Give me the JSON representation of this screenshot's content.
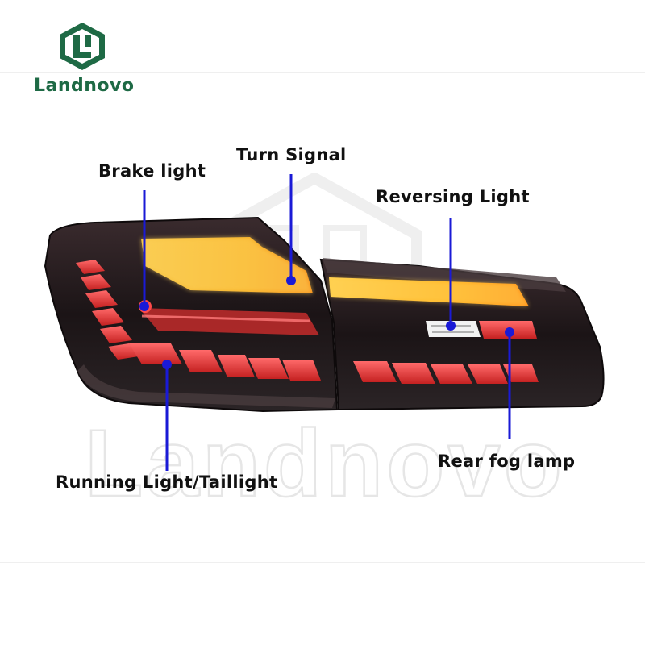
{
  "brand": {
    "name": "Landnovo",
    "color": "#1e6a45"
  },
  "watermark": {
    "text": "Landnovo"
  },
  "callouts": [
    {
      "label": "Brake light"
    },
    {
      "label": "Turn Signal"
    },
    {
      "label": "Reversing Light"
    },
    {
      "label": "Rear fog lamp"
    },
    {
      "label": "Running Light/Taillight"
    }
  ],
  "colors": {
    "leader_line": "#1a1ad6",
    "taillight_red": "#e23a3a",
    "turn_amber": "#ffb21e"
  }
}
